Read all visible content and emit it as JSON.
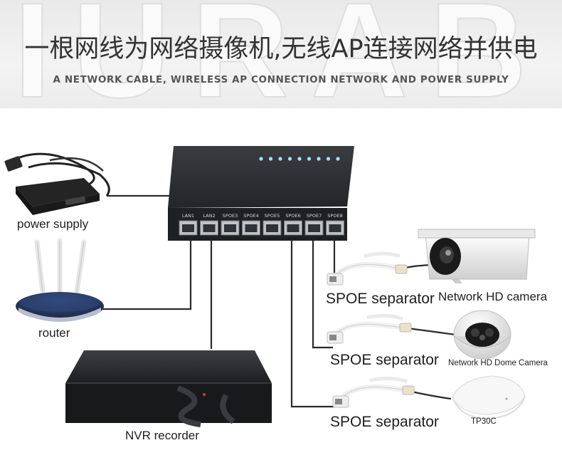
{
  "header": {
    "title_cn": "一根网线为网络摄像机,无线AP连接网络并供电",
    "title_en": "A NETWORK CABLE, WIRELESS AP CONNECTION NETWORK AND POWER SUPPLY",
    "watermark_text": "IURAB"
  },
  "switch": {
    "ports": [
      "LAN1",
      "LAN2",
      "SPOE3",
      "SPOE4",
      "SPOE5",
      "SPOE6",
      "SPOE7",
      "SPOE8"
    ]
  },
  "devices": {
    "power_supply": "power supply",
    "router": "router",
    "nvr": "NVR recorder",
    "separator_1": "SPOE separator",
    "separator_2": "SPOE separator",
    "separator_3": "SPOE separator",
    "camera": "Network HD camera",
    "dome_camera": "Network HD Dome Camera",
    "ap": "TP30C"
  },
  "colors": {
    "cable": "#2a2a2a",
    "switch_body": "#2b2d30",
    "led": "#9fe2ff",
    "router_body": "#1f2b4a",
    "background": "#ffffff"
  }
}
